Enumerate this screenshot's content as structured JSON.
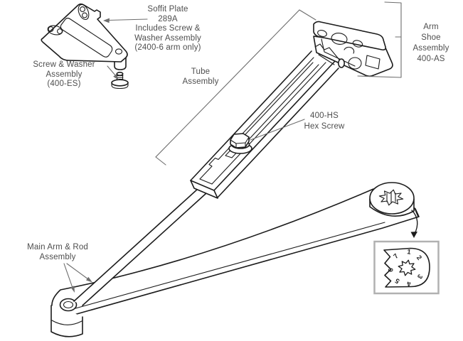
{
  "title": "Door closer arm assembly parts diagram",
  "labels": {
    "soffit_plate": "Soffit Plate\n289A\nIncludes Screw &\nWasher Assembly\n(2400-6 arm only)",
    "screw_washer": "Screw & Washer\nAssembly\n(400-ES)",
    "tube": "Tube\nAssembly",
    "arm_shoe": "Arm Shoe\nAssembly\n400-AS",
    "hex_screw": "400-HS\nHex Screw",
    "main_arm": "Main Arm  & Rod\nAssembly"
  },
  "inset": {
    "positions": [
      "1",
      "2",
      "3",
      "4",
      "5",
      "6",
      "7"
    ]
  },
  "colors": {
    "line": "#1c1c1c",
    "label_text": "#4e4e4e",
    "leader_line": "#6d6d6d",
    "inset_border": "#b1b1b1",
    "background": "#ffffff"
  }
}
